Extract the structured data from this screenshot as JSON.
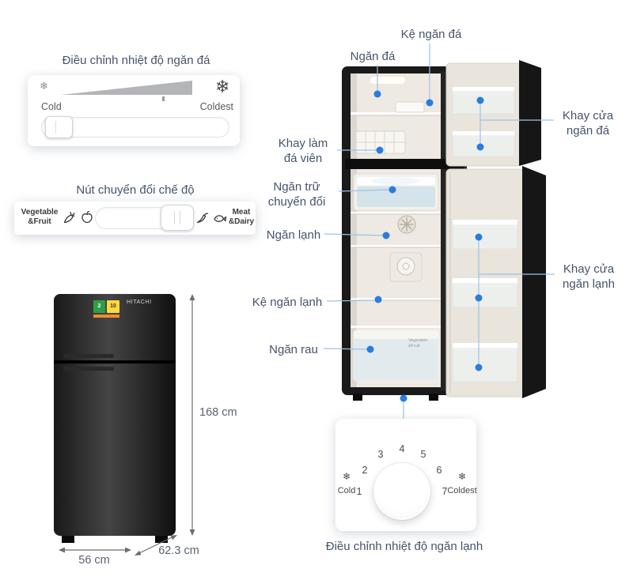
{
  "icons": {
    "snowflake": "❄"
  },
  "freezer_temp_panel": {
    "title": "Điều chỉnh nhiệt độ ngăn đá",
    "cold": "Cold",
    "coldest": "Coldest"
  },
  "mode_panel": {
    "title": "Nút chuyển đổi chế độ",
    "left_line1": "Vegetable",
    "left_line2": "&Fruit",
    "right_line1": "Meat",
    "right_line2": "&Dairy"
  },
  "callouts": {
    "freezer_shelf": "Kệ ngăn đá",
    "freezer_compartment": "Ngăn đá",
    "freezer_door_tray_line1": "Khay cửa",
    "freezer_door_tray_line2": "ngăn đá",
    "ice_tray_line1": "Khay làm",
    "ice_tray_line2": "đá viên",
    "convertible_line1": "Ngăn trữ",
    "convertible_line2": "chuyển đổi",
    "fridge_compartment": "Ngăn lạnh",
    "fridge_door_tray_line1": "Khay cửa",
    "fridge_door_tray_line2": "ngăn lạnh",
    "fridge_shelf": "Kệ ngăn lạnh",
    "vegetable_drawer": "Ngăn rau"
  },
  "product": {
    "brand": "HITACHI",
    "sticker_left": "2",
    "sticker_right": "10",
    "height": "168 cm",
    "width": "56 cm",
    "depth": "62.3 cm",
    "drawer_label": "Vegetable &Fruit"
  },
  "dial": {
    "caption": "Điều chỉnh nhiệt độ ngăn lạnh",
    "cold": "Cold",
    "coldest": "Coldest",
    "numbers": [
      "1",
      "2",
      "3",
      "4",
      "5",
      "6",
      "7"
    ]
  },
  "colors": {
    "callout_blue": "#2a7cdf",
    "line_blue": "#9cc3ea",
    "label_text": "#44546b"
  }
}
